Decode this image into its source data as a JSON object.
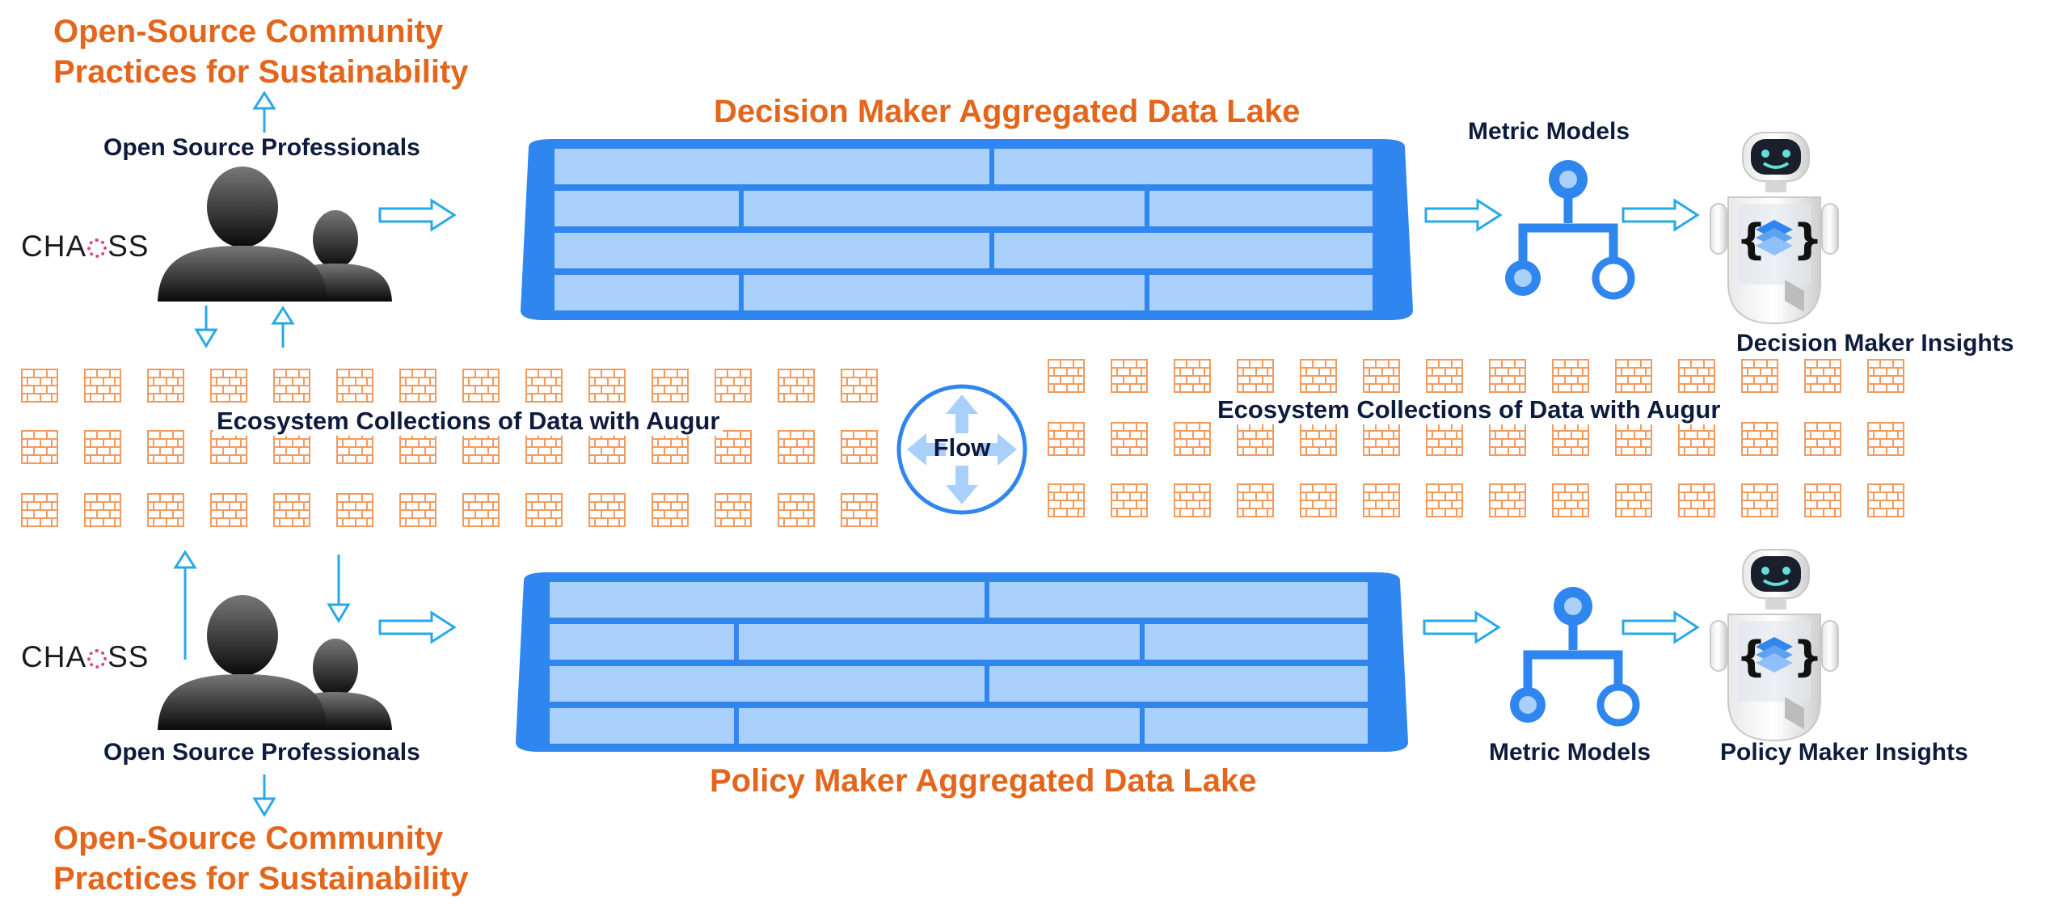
{
  "top": {
    "practices_title_line1": "Open-Source Community",
    "practices_title_line2": "Practices for Sustainability",
    "professionals_label": "Open Source Professionals",
    "chaoss_prefix": "CHA",
    "chaoss_suffix": "SS",
    "lake_title": "Decision Maker Aggregated Data Lake",
    "metric_models_label": "Metric Models",
    "insights_label": "Decision Maker Insights"
  },
  "middle": {
    "eco_left_label": "Ecosystem Collections of Data with Augur",
    "eco_right_label": "Ecosystem Collections of Data with Augur",
    "flow_label": "Flow"
  },
  "bottom": {
    "practices_title_line1": "Open-Source Community",
    "practices_title_line2": "Practices for Sustainability",
    "professionals_label": "Open Source Professionals",
    "chaoss_prefix": "CHA",
    "chaoss_suffix": "SS",
    "lake_title": "Policy Maker Aggregated Data Lake",
    "metric_models_label": "Metric Models",
    "insights_label": "Policy Maker Insights"
  },
  "colors": {
    "orange": "#e3661c",
    "navy": "#0f1b3d",
    "lake_blue": "#2f86ee",
    "lake_light": "#a9cffb",
    "arrow_blue": "#29a8e6",
    "brick_orange": "#f39a5f"
  },
  "icons": {
    "person": "people-silhouette-icon",
    "brick": "brick-wall-icon",
    "flow": "flow-router-icon",
    "tree": "metric-tree-icon",
    "robot": "robot-icon"
  }
}
